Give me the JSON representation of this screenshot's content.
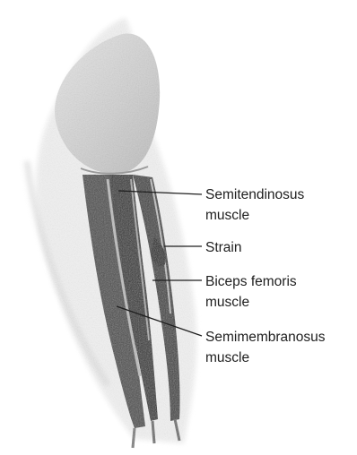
{
  "labels": {
    "semitendinosus": {
      "line1": "Semitendinosus",
      "line2": "muscle"
    },
    "strain": {
      "line1": "Strain"
    },
    "biceps_femoris": {
      "line1": "Biceps femoris",
      "line2": "muscle"
    },
    "semimembranosus": {
      "line1": "Semimembranosus",
      "line2": "muscle"
    }
  },
  "colors": {
    "ink": "#1e1e1e",
    "muscle_dark": "#3a3a3a",
    "skin_light": "#d6d6d6"
  }
}
